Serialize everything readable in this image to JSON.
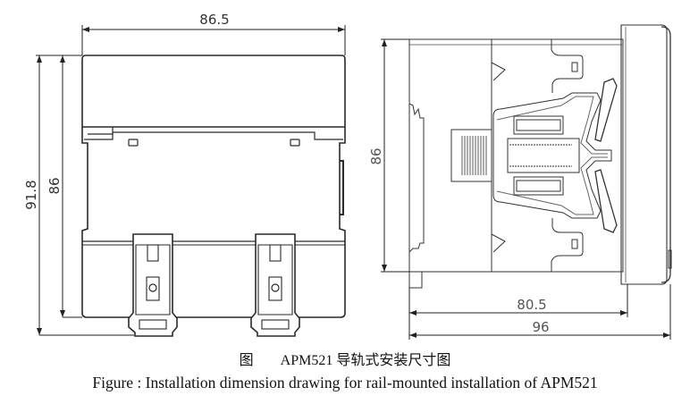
{
  "drawing": {
    "front_view": {
      "width_dim": "86.5",
      "total_height_dim": "91.8",
      "body_height_dim": "86"
    },
    "side_view": {
      "height_dim": "86",
      "body_depth_dim": "80.5",
      "total_depth_dim": "96"
    }
  },
  "caption": {
    "cn_prefix": "图",
    "cn_text": "APM521 导轨式安装尺寸图",
    "en_text": "Figure : Installation dimension drawing for rail-mounted installation of APM521"
  },
  "colors": {
    "line": "#2a2a2a",
    "thin_line": "#555555",
    "text": "#111111",
    "background": "#ffffff"
  }
}
